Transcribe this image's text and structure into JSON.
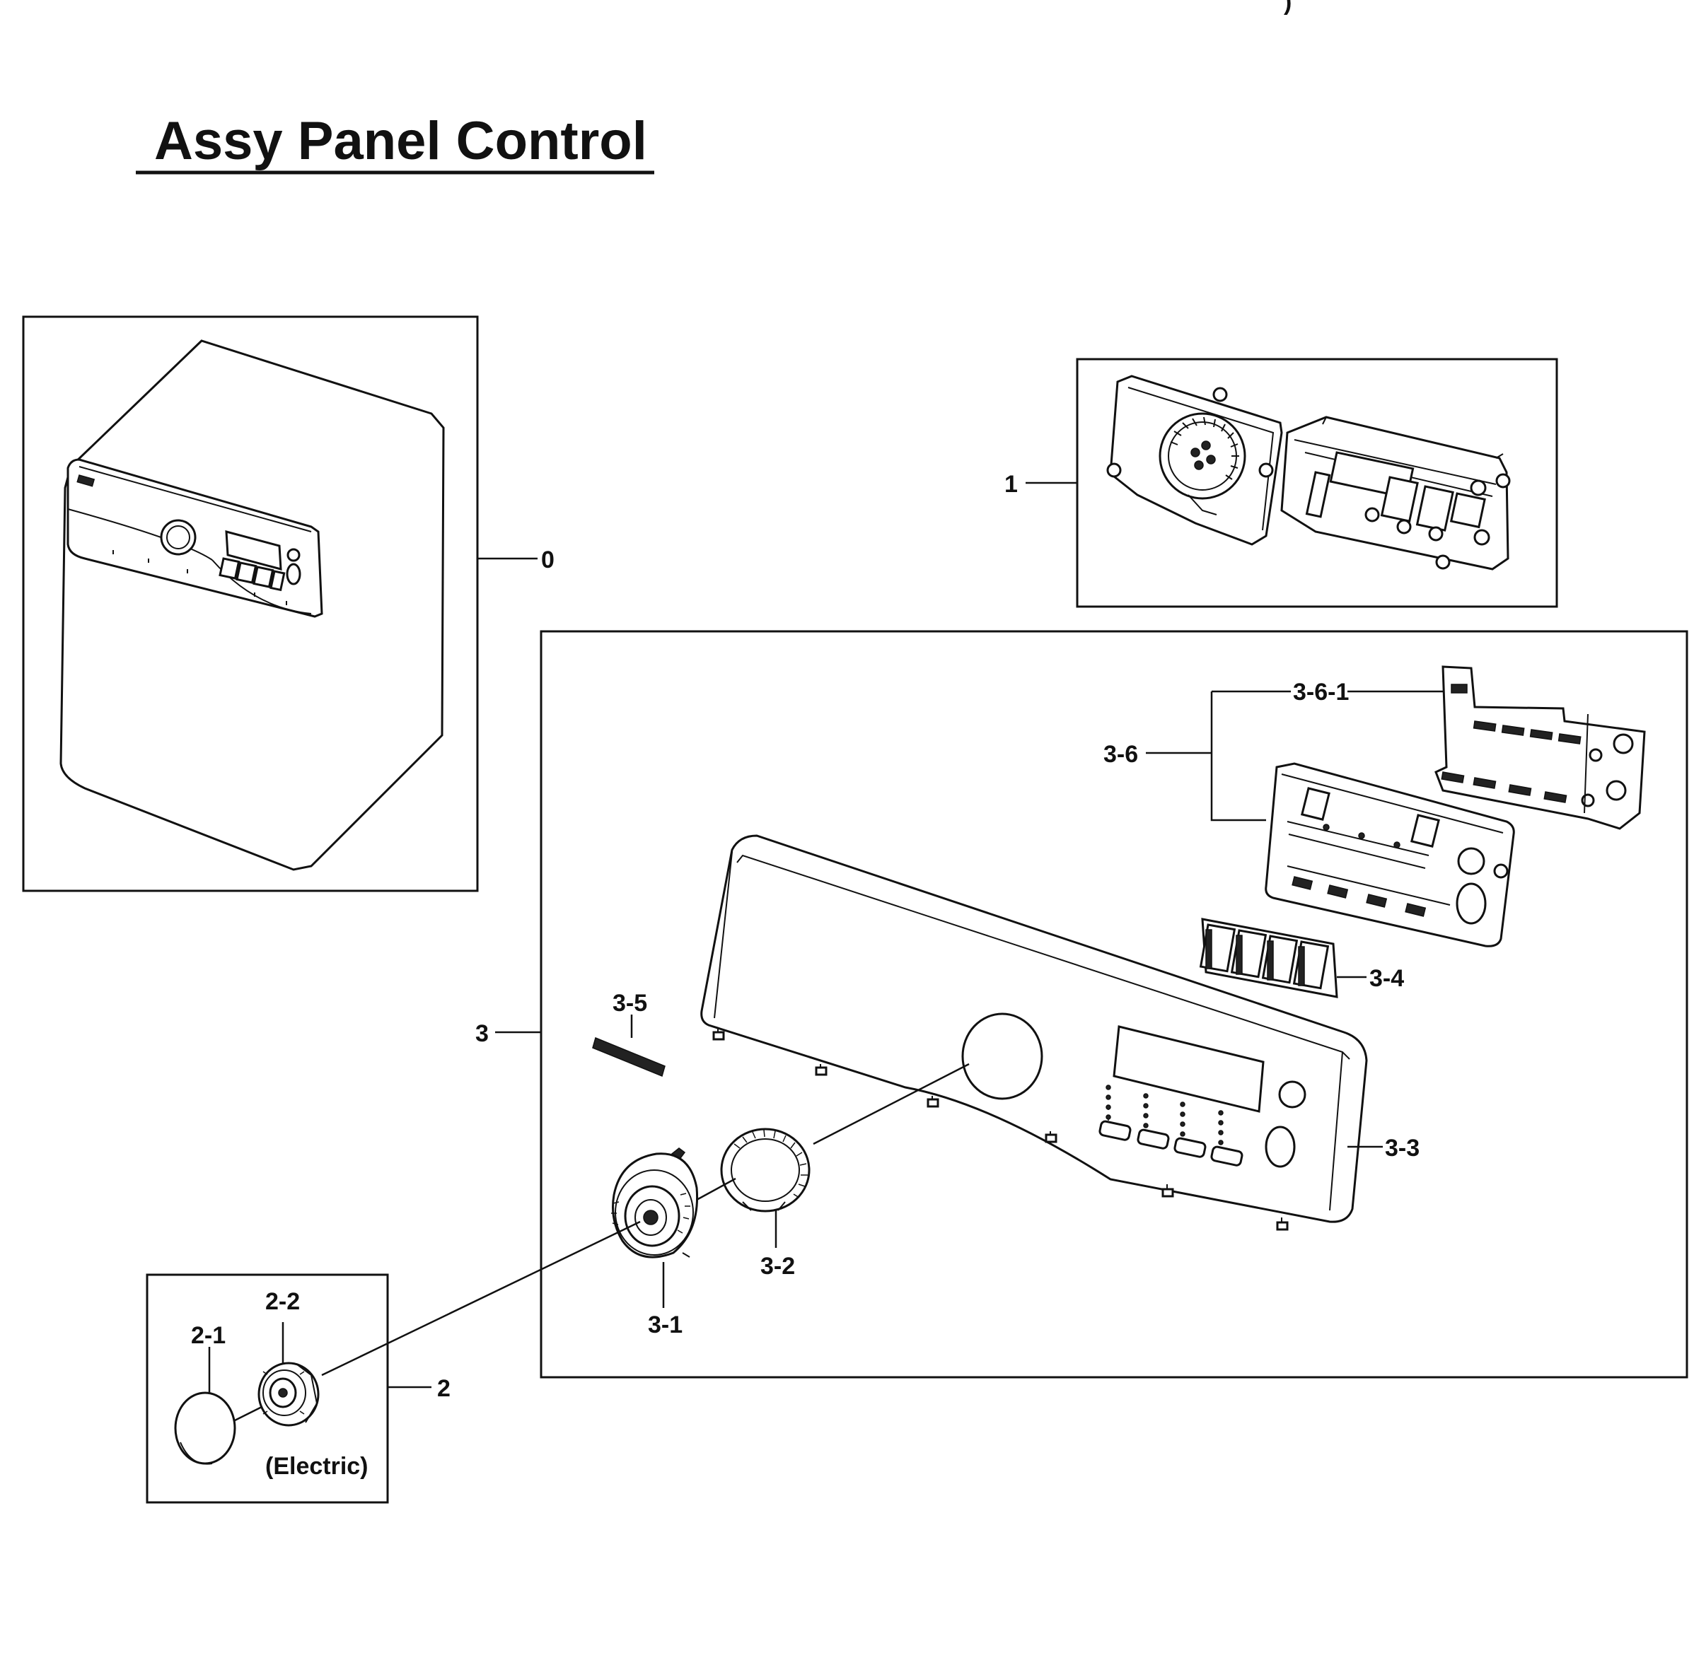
{
  "title": "Assy Panel Control",
  "callouts": {
    "c0": "0",
    "c1": "1",
    "c2": "2",
    "c2_1": "2-1",
    "c2_2": "2-2",
    "c3": "3",
    "c3_1": "3-1",
    "c3_2": "3-2",
    "c3_3": "3-3",
    "c3_4": "3-4",
    "c3_5": "3-5",
    "c3_6": "3-6",
    "c3_6_1": "3-6-1"
  },
  "notes": {
    "electric": "(Electric)"
  },
  "marks": {
    "corner_mark": ")"
  }
}
